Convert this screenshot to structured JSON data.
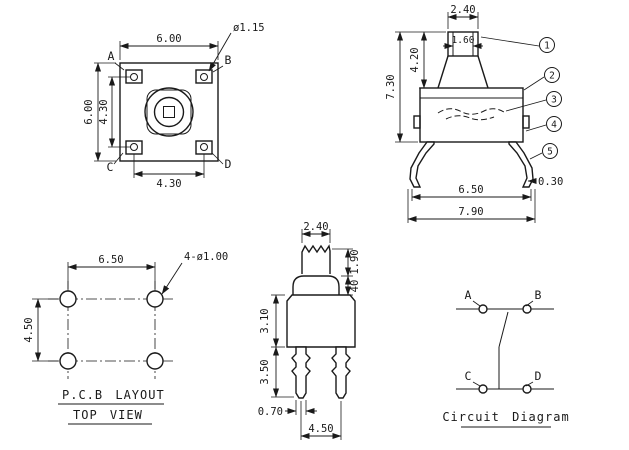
{
  "drawing": {
    "top_view": {
      "dim_body_width": "6.00",
      "dim_body_height": "6.00",
      "dim_pin_pitch_v": "4.30",
      "dim_pin_pitch_h": "4.30",
      "stem_diameter": "ø1.15",
      "corner_a": "A",
      "corner_b": "B",
      "corner_c": "C",
      "corner_d": "D"
    },
    "side_view": {
      "dim_cap_width": "2.40",
      "dim_cap_inner_width": "1.60",
      "dim_stem_height": "4.20",
      "dim_total_height": "7.30",
      "dim_lead_thickness": "0.30",
      "dim_feet_span": "6.50",
      "dim_overall_width": "7.90",
      "callout_1": "1",
      "callout_2": "2",
      "callout_3": "3",
      "callout_4": "4",
      "callout_5": "5"
    },
    "pcb_layout": {
      "dim_hole_pitch_h": "6.50",
      "dim_hole_pitch_v": "4.50",
      "hole_note": "4-ø1.00",
      "caption_line1": "P.C.B LAYOUT",
      "caption_line2": "TOP VIEW"
    },
    "front_view": {
      "dim_cap_width": "2.40",
      "dim_stem_upper": "1.90",
      "dim_stem_lower": "40",
      "dim_body_height": "3.10",
      "dim_pin_length": "3.50",
      "dim_pin_width": "0.70",
      "dim_pin_pitch": "4.50"
    },
    "circuit": {
      "terminal_a": "A",
      "terminal_b": "B",
      "terminal_c": "C",
      "terminal_d": "D",
      "caption": "Circuit Diagram"
    }
  }
}
